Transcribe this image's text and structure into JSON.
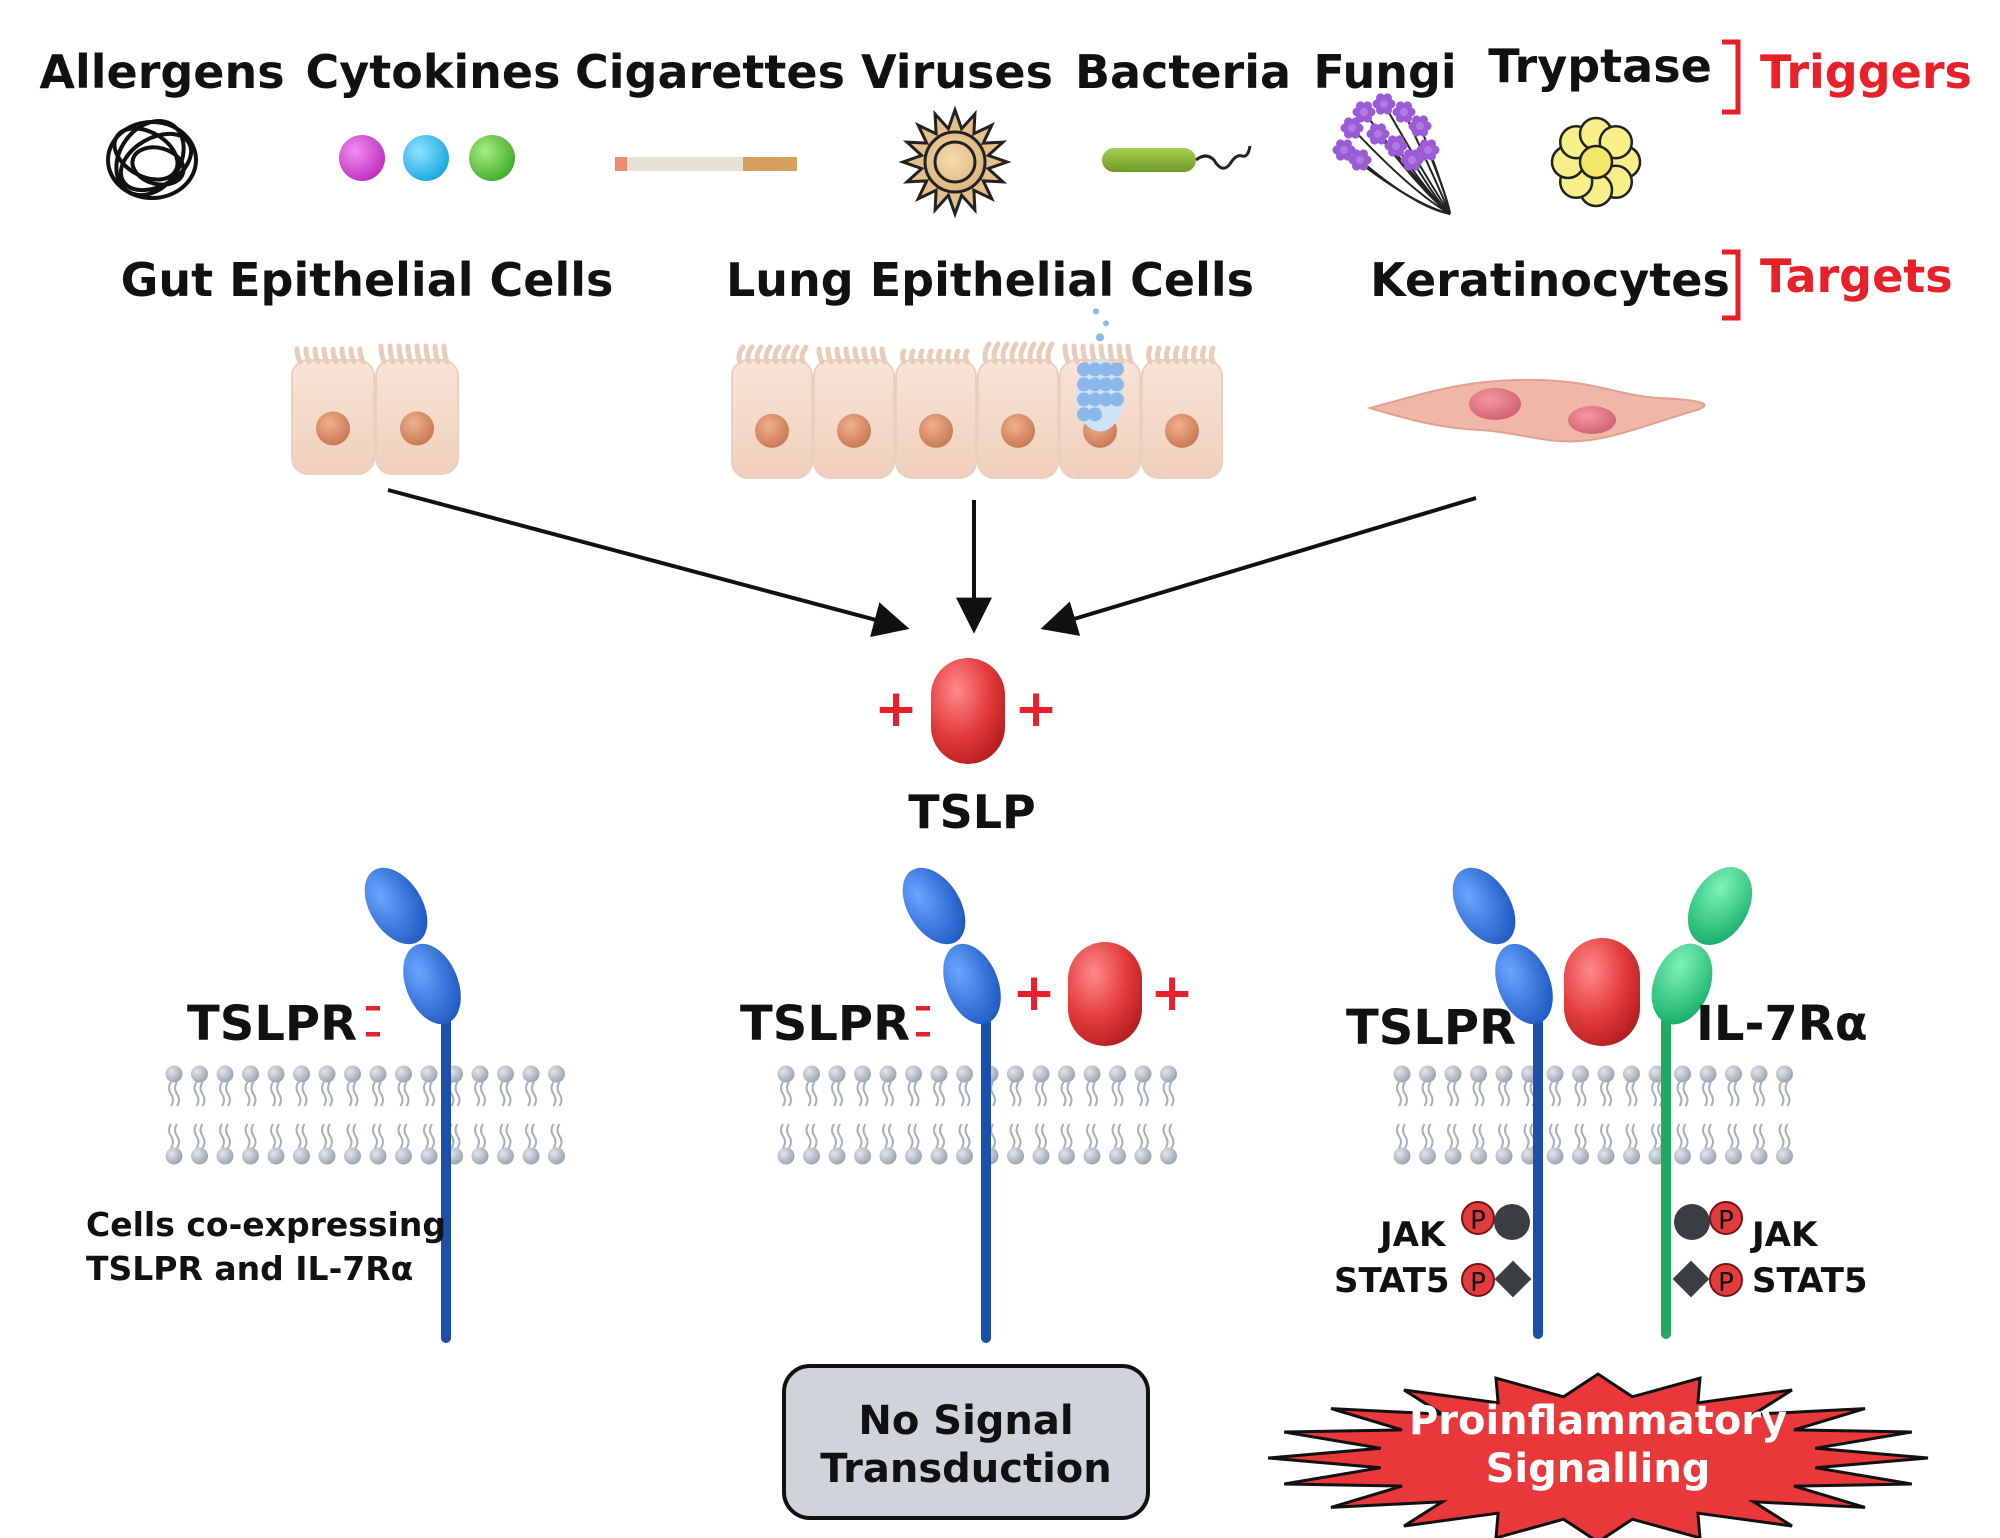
{
  "triggers": {
    "items": [
      "Allergens",
      "Cytokines",
      "Cigarettes",
      "Viruses",
      "Bacteria",
      "Fungi",
      "Tryptase"
    ],
    "bracket_label": "Triggers"
  },
  "targets": {
    "gut": "Gut Epithelial Cells",
    "lung": "Lung Epithelial Cells",
    "kerat": "Keratinocytes",
    "bracket_label": "Targets"
  },
  "tslp": {
    "label": "TSLP",
    "charge": "+"
  },
  "receptors": {
    "tslpr": "TSLPR",
    "il7r": "IL-7Rα",
    "charge_neg": "–",
    "coexpress_line1": "Cells co-expressing",
    "coexpress_line2": "TSLPR and IL-7Rα"
  },
  "signalling": {
    "jak": "JAK",
    "stat5": "STAT5",
    "p": "P"
  },
  "outcomes": {
    "no_signal_line1": "No Signal",
    "no_signal_line2": "Transduction",
    "pro_line1": "Proinflammatory",
    "pro_line2": "Signalling"
  },
  "colors": {
    "accent_red": "#e8202a",
    "tslpr_blue": "#2266d6",
    "il7r_green": "#23c77a",
    "tslp_red": "#e23b3b",
    "cell_fill": "#f4d9c8",
    "nucleus": "#d9906a"
  }
}
